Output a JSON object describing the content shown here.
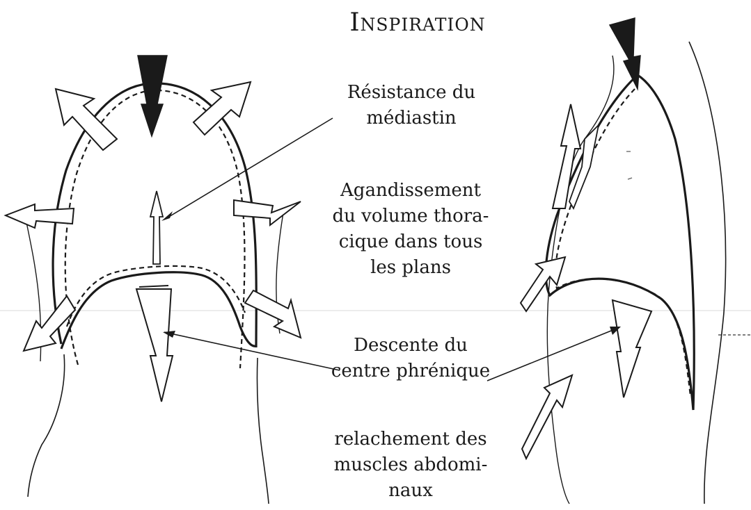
{
  "title": "Inspiration",
  "labels": {
    "resistance": [
      "Résistance du",
      "médiastin"
    ],
    "agrandissement": [
      "Agandissement",
      "du volume thora-",
      "cique dans tous",
      "les plans"
    ],
    "descente": [
      "Descente du",
      "centre phrénique"
    ],
    "relachement": [
      "relachement des",
      "muscles abdomi-",
      "naux"
    ]
  },
  "colors": {
    "ink": "#1a1a1a",
    "arrow_fill_white": "#ffffff",
    "arrow_fill_dark": "#1a1a1a"
  }
}
